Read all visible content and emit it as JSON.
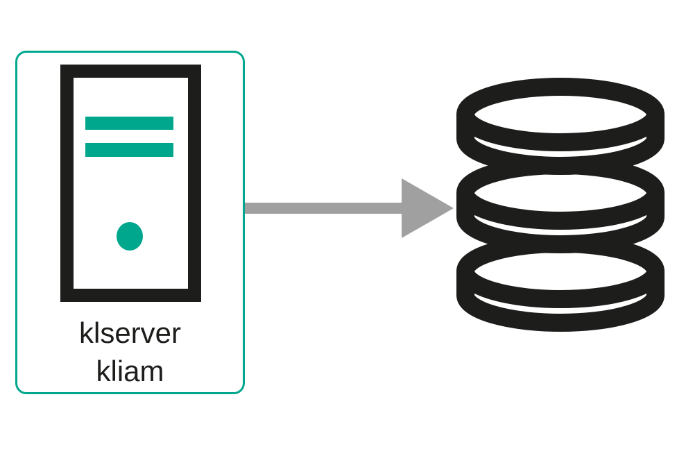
{
  "diagram": {
    "title": "server-to-database connection diagram",
    "server_node": {
      "icon": "server-tower-icon",
      "labels": [
        "klserver",
        "kliam"
      ]
    },
    "arrow": {
      "icon": "arrow-right-icon",
      "direction": "right",
      "from": "server_node",
      "to": "database_node"
    },
    "database_node": {
      "icon": "database-icon",
      "label": ""
    }
  },
  "colors": {
    "accent_teal": "#00A78D",
    "icon_black": "#1D1D1B",
    "arrow_gray": "#A0A0A0",
    "background": "#FFFFFF"
  }
}
